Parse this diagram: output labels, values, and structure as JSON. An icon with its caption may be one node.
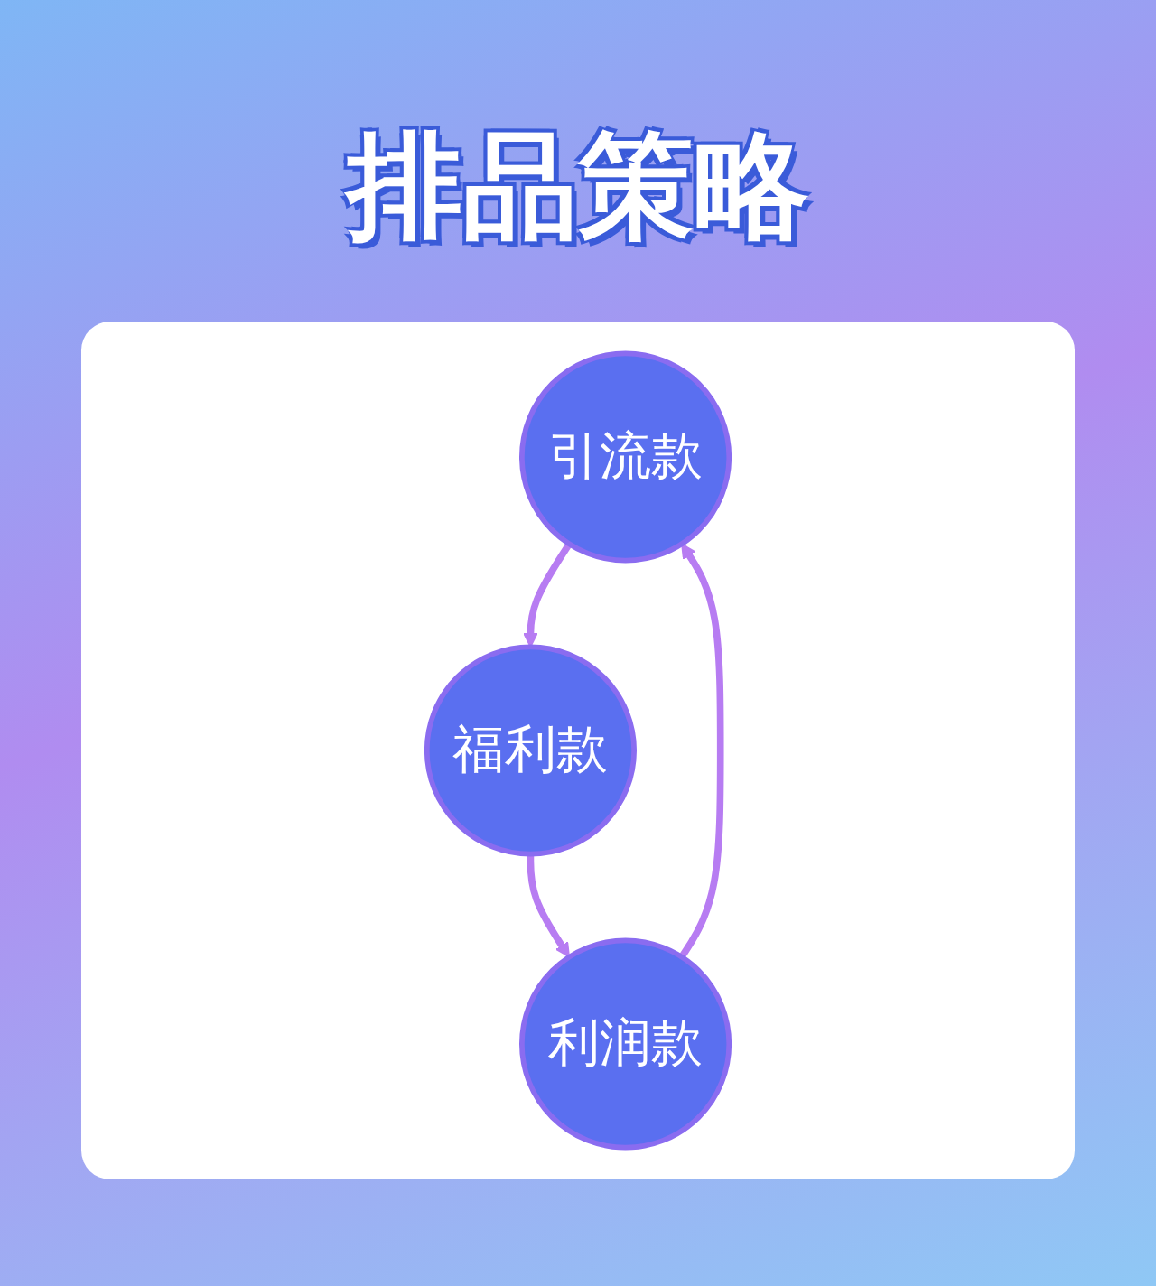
{
  "diagram": {
    "title": "排品策略",
    "nodes": [
      {
        "text": [
          "引流款"
        ]
      },
      {
        "text": [
          "福利款"
        ]
      },
      {
        "text": [
          "利润款"
        ]
      }
    ],
    "edges": [
      {
        "from": 0,
        "to": 1,
        "arrow": "to"
      },
      {
        "from": 1,
        "to": 2,
        "arrow": "to"
      },
      {
        "from": 2,
        "to": 0,
        "arrow": "to"
      }
    ]
  }
}
